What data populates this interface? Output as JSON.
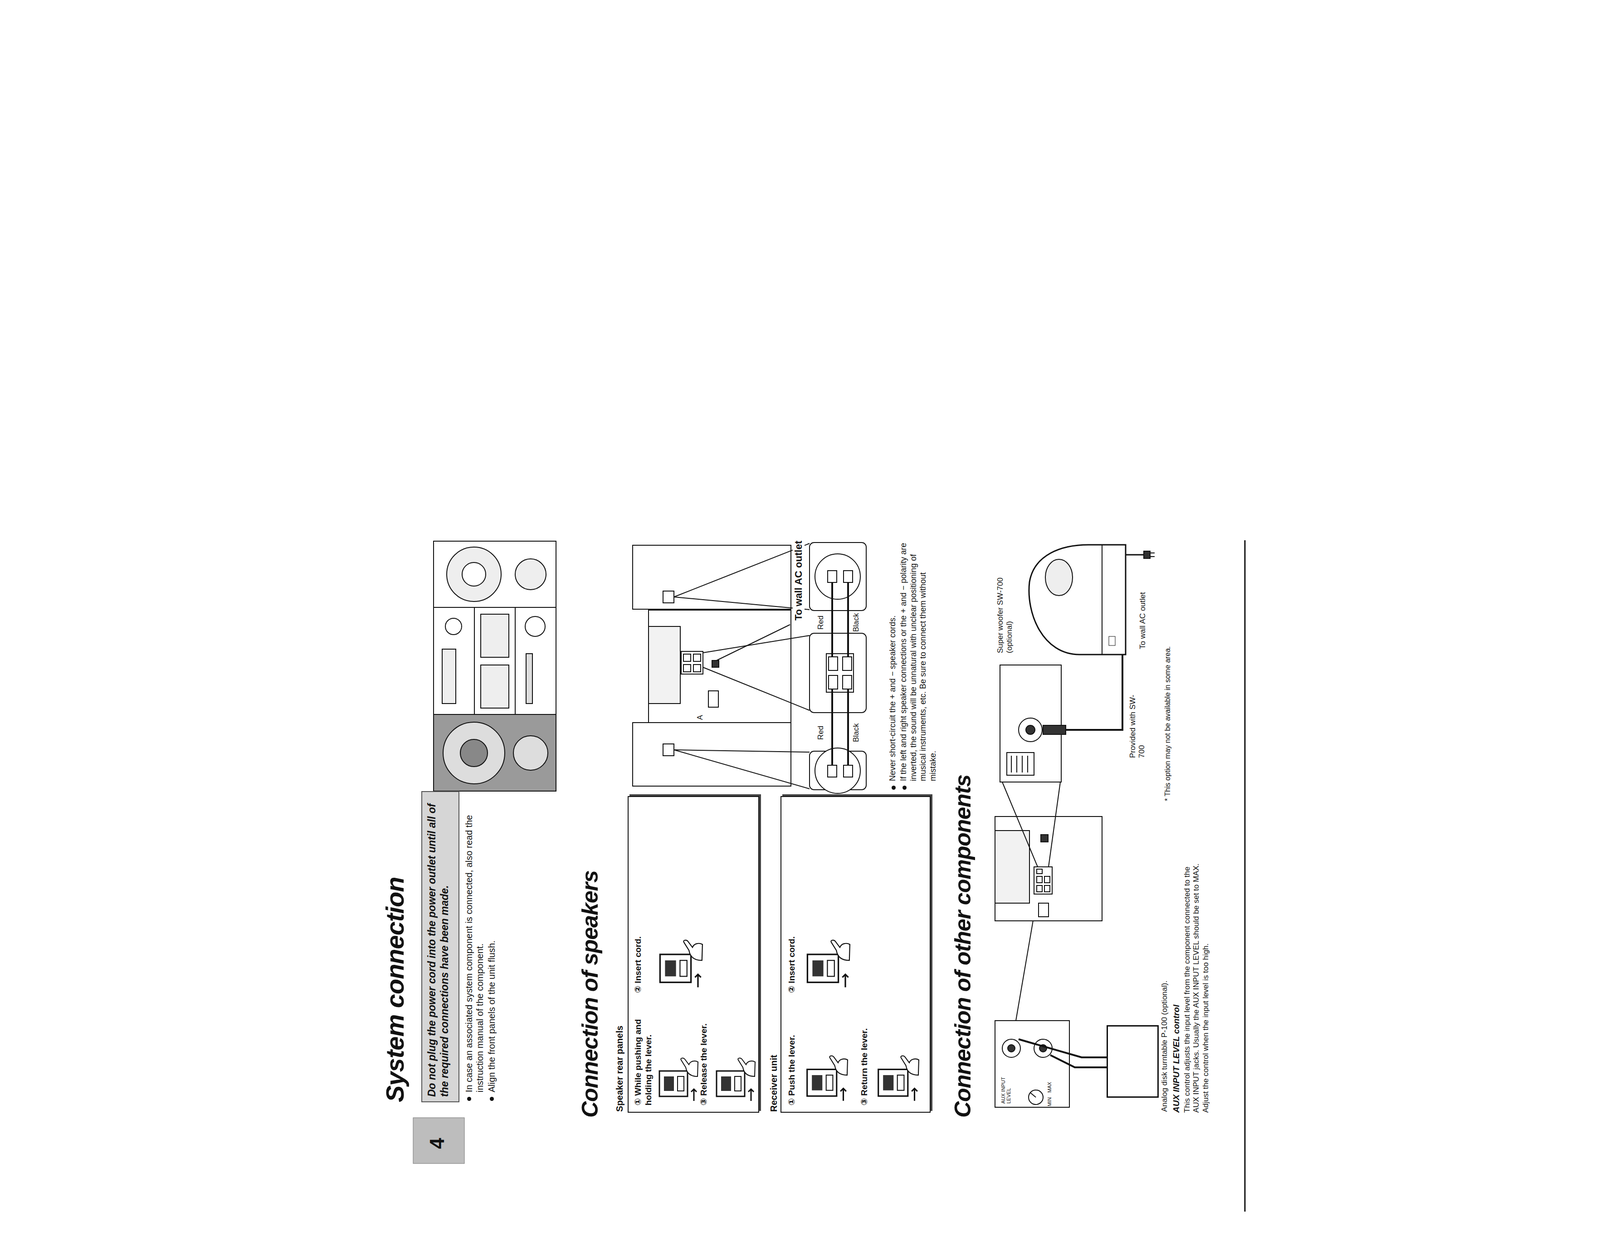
{
  "diagram": {
    "title": "System connection",
    "nodes": [
      {
        "text": [
          "Do not plug the power cord into the power outlet until all of the required connections have been made."
        ]
      },
      {
        "text": [
          "Speaker rear panels",
          "① While pushing and holding the lever.",
          "② Insert cord.",
          "③ Release the lever."
        ]
      },
      {
        "text": [
          "Receiver unit",
          "① Push the lever.",
          "② Insert cord.",
          "③ Return the lever."
        ]
      },
      {
        "text": [
          "Analog disk turntable P-100 (optional)."
        ]
      },
      {
        "text": [
          "Super woofer SW-700 (optional)"
        ]
      }
    ],
    "labels": [
      "4",
      "In case an associated system component is connected, also read the instruction manual of the component.",
      "Align the front panels of the unit flush.",
      "Connection of speakers",
      "Red",
      "Black",
      "Red",
      "Black",
      "A",
      "To wall AC outlet",
      "Never short-circuit the + and − speaker cords.",
      "If the left and right speaker connections or the + and − polarity are inverted, the sound will be unnatural with unclear positioning of musical instruments, etc. Be sure to connect them without mistake.",
      "Connection of other components",
      "AUX INPUT LEVEL",
      "MIN",
      "MAX",
      "Provided with SW-700",
      "To wall AC outlet",
      "* This option may not be available in some area.",
      "AUX INPUT LEVEL control",
      "This control adjusts the input level from the component connected to the AUX INPUT jacks. Usually the AUX INPUT LEVEL should be set to MAX. Adjust the control when the input level is too high."
    ]
  }
}
